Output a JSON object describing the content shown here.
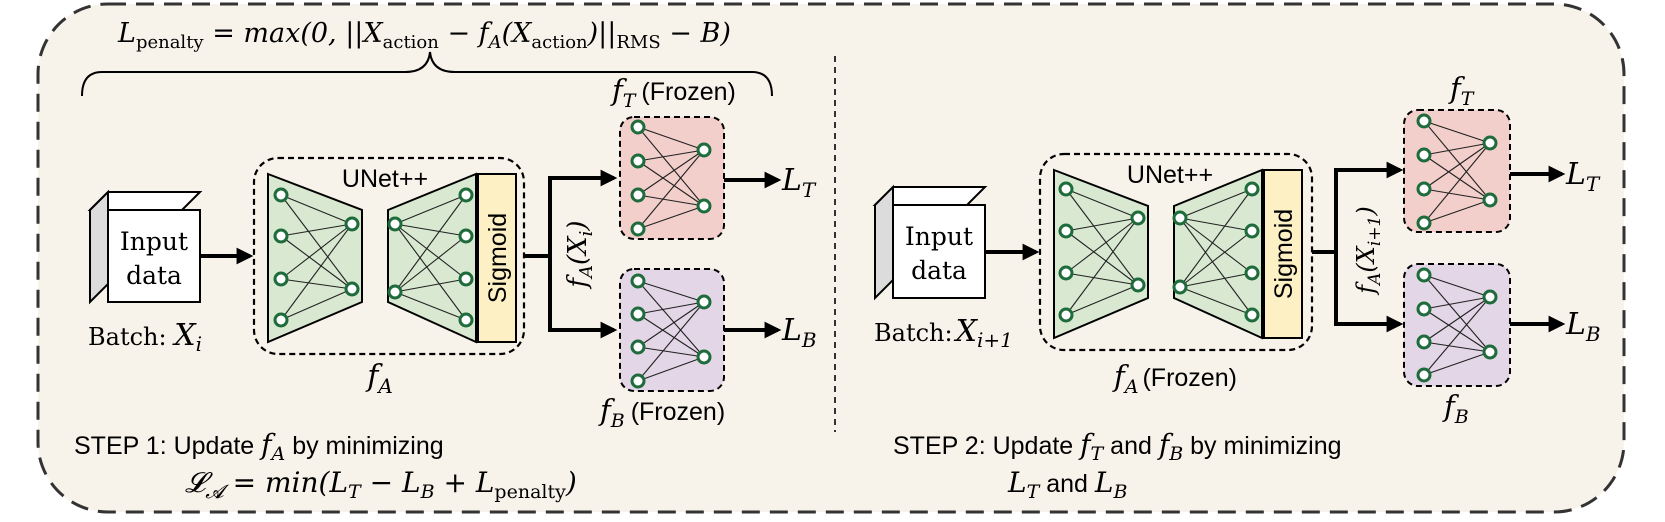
{
  "colors": {
    "panel_bg": "#f8f3ea",
    "encoder_fill": "#d9e9d1",
    "sigmoid_fill": "#fdf0c4",
    "ft_fill": "#f3cfcb",
    "fb_fill": "#e3d6e6",
    "node_stroke": "#1e6b3c"
  },
  "penalty_formula": {
    "L": "L",
    "penalty_sub": "penalty",
    "eq": " = max(0, ||X",
    "action_sub1": "action",
    "minus_f": " − f",
    "A_sub": "A",
    "paren_x": "(X",
    "action_sub2": "action",
    "close": ")||",
    "rms_sub": "RMS",
    "tail": " − B)"
  },
  "step1": {
    "input_line1": "Input",
    "input_line2": "data",
    "batch_label": "Batch: ",
    "batch_var": "X",
    "batch_sub": "i",
    "unet_label": "UNet++",
    "sigmoid_label": "Sigmoid",
    "fa_label": "f",
    "fa_sub": "A",
    "ft_f": "f",
    "ft_sub": "T",
    "ft_frozen": "(Frozen)",
    "fb_f": "f",
    "fb_sub": "B",
    "fb_frozen": "(Frozen)",
    "arrow_f": "f",
    "arrow_sub": "A",
    "arrow_arg": "(X",
    "arrow_arg_sub": "i",
    "arrow_close": ")",
    "lt_L": "L",
    "lt_sub": "T",
    "lb_L": "L",
    "lb_sub": "B",
    "caption_pre": "STEP 1: Update ",
    "caption_f": "f",
    "caption_sub": "A",
    "caption_post": " by minimizing",
    "loss_L": "𝓛",
    "loss_sub": "𝓐",
    "loss_expr": " = min(L",
    "loss_T": "T",
    "loss_minus": " − L",
    "loss_B": "B",
    "loss_plus": " + L",
    "loss_pen": "penalty",
    "loss_close": ")"
  },
  "step2": {
    "input_line1": "Input",
    "input_line2": "data",
    "batch_label": "Batch:",
    "batch_var": "X",
    "batch_sub": "i+1",
    "unet_label": "UNet++",
    "sigmoid_label": "Sigmoid",
    "fa_label": "f",
    "fa_sub": "A",
    "fa_frozen": "(Frozen)",
    "ft_f": "f",
    "ft_sub": "T",
    "fb_f": "f",
    "fb_sub": "B",
    "arrow_f": "f",
    "arrow_sub": "A",
    "arrow_arg": "(X",
    "arrow_arg_sub": "i+1",
    "arrow_close": ")",
    "lt_L": "L",
    "lt_sub": "T",
    "lb_L": "L",
    "lb_sub": "B",
    "caption_pre": "STEP 2: Update ",
    "caption_f1": "f",
    "caption_sub1": "T",
    "caption_and": " and ",
    "caption_f2": "f",
    "caption_sub2": "B",
    "caption_post": " by minimizing",
    "caption2_L1": "L",
    "caption2_sub1": "T",
    "caption2_and": " and ",
    "caption2_L2": "L",
    "caption2_sub2": "B"
  }
}
